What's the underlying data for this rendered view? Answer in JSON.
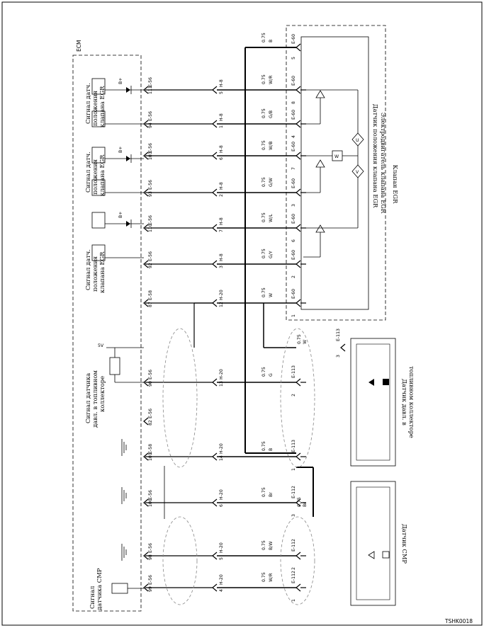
{
  "ecm_label": "ECM",
  "image_ref": "TSHK0018",
  "egr_valve": {
    "module_label": "Клапан EGR",
    "solenoid_label": "Электродвигатель клапана EGR",
    "sensor_label": "Датчик положения клапана EGR",
    "connector": "E-60"
  },
  "pressure_sensor": {
    "label_line1": "Датчик давл. в",
    "label_line2": "топливном коллекторе",
    "connector": "E-113"
  },
  "ckp_sensor": {
    "label": "Датчик CMP",
    "connector": "E-112"
  },
  "ecm_sides": {
    "egr_position_signal_line1": "Сигнал датч.",
    "egr_position_signal_line2": "положения",
    "egr_position_signal_line3": "клапана EGR",
    "pressure_signal_line1": "Сигнал датчика",
    "pressure_signal_line2": "давл. в топливном",
    "pressure_signal_line3": "коллекторе",
    "cmp_signal_line1": "Сигнал",
    "cmp_signal_line2": "датчика CMP",
    "supply_5v": "5V",
    "supply_bplus": "B+"
  },
  "inline_connector_h8": "H-8",
  "inline_connector_h20": "H-20",
  "ecm_connector": "E-56",
  "ecm_connector_alt": "E-58",
  "circuits": [
    {
      "ecm_pin": "111",
      "ecm_conn": "E-56",
      "h_pin": "5",
      "h_conn": "H-8",
      "wire": "0.75",
      "color": "W/R",
      "term_pin": "8",
      "term_conn": "E-60"
    },
    {
      "ecm_pin": "94",
      "ecm_conn": "E-56",
      "h_pin": "1",
      "h_conn": "H-8",
      "wire": "0.75",
      "color": "G/B",
      "term_pin": "4",
      "term_conn": "E-60"
    },
    {
      "ecm_pin": "103",
      "ecm_conn": "E-56",
      "h_pin": "6",
      "h_conn": "H-8",
      "wire": "0.75",
      "color": "W/B",
      "term_pin": "7",
      "term_conn": "E-60"
    },
    {
      "ecm_pin": "93",
      "ecm_conn": "E-56",
      "h_pin": "2",
      "h_conn": "H-8",
      "wire": "0.75",
      "color": "G/W",
      "term_pin": "3",
      "term_conn": "E-60"
    },
    {
      "ecm_pin": "110",
      "ecm_conn": "E-56",
      "h_pin": "7",
      "h_conn": "H-8",
      "wire": "0.75",
      "color": "W/L",
      "term_pin": "6",
      "term_conn": "E-60"
    },
    {
      "ecm_pin": "92",
      "ecm_conn": "E-56",
      "h_pin": "3",
      "h_conn": "H-8",
      "wire": "0.75",
      "color": "G/Y",
      "term_pin": "2",
      "term_conn": "E-60"
    },
    {
      "ecm_pin": "87",
      "ecm_conn": "E-58",
      "h_pin": "12",
      "h_conn": "H-20",
      "wire": "0.75",
      "color": "W",
      "term_pin": "1",
      "term_conn": "E-60"
    },
    {
      "ecm_pin": "90",
      "ecm_conn": "E-56",
      "h_pin": "13",
      "h_conn": "H-20",
      "wire": "0.75",
      "color": "G",
      "term_pin": "2",
      "term_conn": "E-113"
    },
    {
      "ecm_pin": "82",
      "ecm_conn": "E-56",
      "h_pin": "",
      "h_conn": "",
      "wire": "",
      "color": "",
      "term_pin": "",
      "term_conn": ""
    },
    {
      "ecm_pin": "101",
      "ecm_conn": "E-58",
      "h_pin": "14",
      "h_conn": "H-20",
      "wire": "0.75",
      "color": "B",
      "term_pin": "1",
      "term_conn": "E-113"
    },
    {
      "ecm_pin": "100",
      "ecm_conn": "E-56",
      "h_pin": "6",
      "h_conn": "H-20",
      "wire": "0.75",
      "color": "Br",
      "term_pin": "3",
      "term_conn": "E-112"
    },
    {
      "ecm_pin": "98",
      "ecm_conn": "E-56",
      "h_pin": "5",
      "h_conn": "H-20",
      "wire": "0.75",
      "color": "B/W",
      "term_pin": "2",
      "term_conn": "E-112"
    },
    {
      "ecm_pin": "99",
      "ecm_conn": "E-56",
      "h_pin": "4",
      "h_conn": "H-20",
      "wire": "0.75",
      "color": "W/R",
      "term_pin": "1",
      "term_conn": "E-112"
    }
  ],
  "top_pin": {
    "pin": "5",
    "conn": "E-60",
    "wire": "0.75",
    "color": "B"
  },
  "pressure_w": {
    "pin": "3",
    "conn": "E-113",
    "wire": "0.75",
    "color": "W"
  },
  "ground_br": {
    "wire": "0.75",
    "color": "Br"
  },
  "colors": {
    "line": "#000000",
    "shield": "#888888",
    "background": "#ffffff"
  }
}
